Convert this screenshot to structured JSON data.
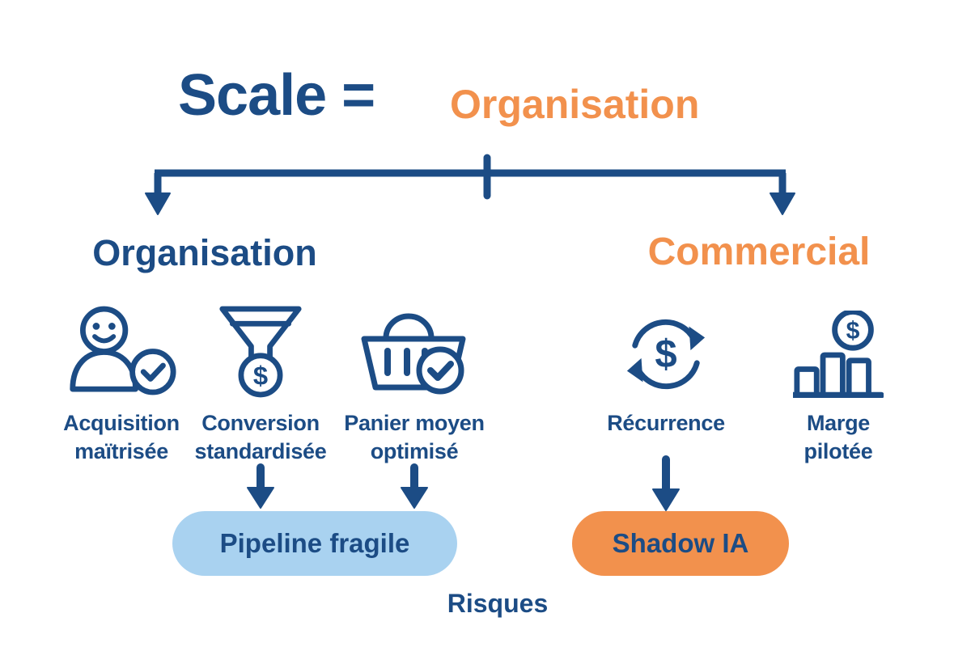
{
  "colors": {
    "navy": "#1C4C85",
    "orange": "#F2914D",
    "light_blue": "#A9D2F0",
    "background": "#FFFFFF"
  },
  "title": {
    "left": "Scale =",
    "right": "Organisation"
  },
  "branches": {
    "left": {
      "heading": "Organisation",
      "items": [
        {
          "icon": "user-check-icon",
          "label_line1": "Acquisition",
          "label_line2": "maïtrisée"
        },
        {
          "icon": "funnel-dollar-icon",
          "label_line1": "Conversion",
          "label_line2": "standardisée"
        },
        {
          "icon": "basket-check-icon",
          "label_line1": "Panier moyen",
          "label_line2": "optimisé"
        }
      ],
      "risk_pill": "Pipeline fragile"
    },
    "right": {
      "heading": "Commercial",
      "items": [
        {
          "icon": "recurring-dollar-icon",
          "label_line1": "Récurrence",
          "label_line2": ""
        },
        {
          "icon": "bar-chart-dollar-icon",
          "label_line1": "Marge",
          "label_line2": "pilotée"
        }
      ],
      "risk_pill": "Shadow IA"
    }
  },
  "footer": {
    "label": "Risques"
  },
  "glyphs": {
    "dollar": "$"
  }
}
